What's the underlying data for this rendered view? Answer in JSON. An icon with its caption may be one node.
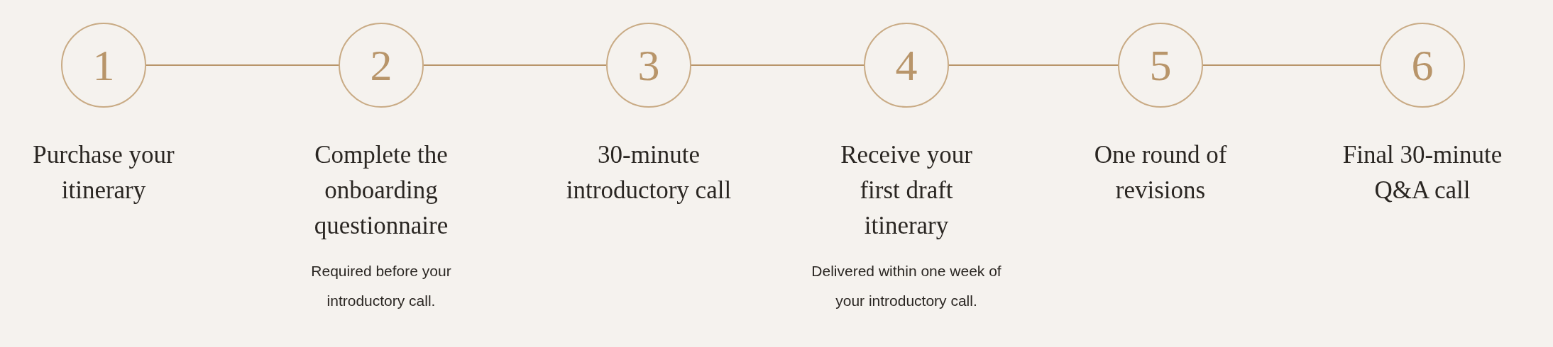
{
  "diagram": {
    "nodes": [
      {
        "text": [
          "1"
        ],
        "beside": [
          "Purchase your itinerary"
        ]
      },
      {
        "text": [
          "2"
        ],
        "beside": [
          "Complete the onboarding questionnaire",
          "Required before your introductory call."
        ]
      },
      {
        "text": [
          "3"
        ],
        "beside": [
          "30-minute introductory call"
        ]
      },
      {
        "text": [
          "4"
        ],
        "beside": [
          "Receive your first draft itinerary",
          "Delivered within one week of your introductory call."
        ]
      },
      {
        "text": [
          "5"
        ],
        "beside": [
          "One round of revisions"
        ]
      },
      {
        "text": [
          "6"
        ],
        "beside": [
          "Final 30-minute Q&A call"
        ]
      }
    ],
    "edges": [
      {
        "from": 0,
        "to": 1,
        "arrow": "none"
      },
      {
        "from": 1,
        "to": 2,
        "arrow": "none"
      },
      {
        "from": 2,
        "to": 3,
        "arrow": "none"
      },
      {
        "from": 3,
        "to": 4,
        "arrow": "none"
      },
      {
        "from": 4,
        "to": 5,
        "arrow": "none"
      }
    ]
  }
}
